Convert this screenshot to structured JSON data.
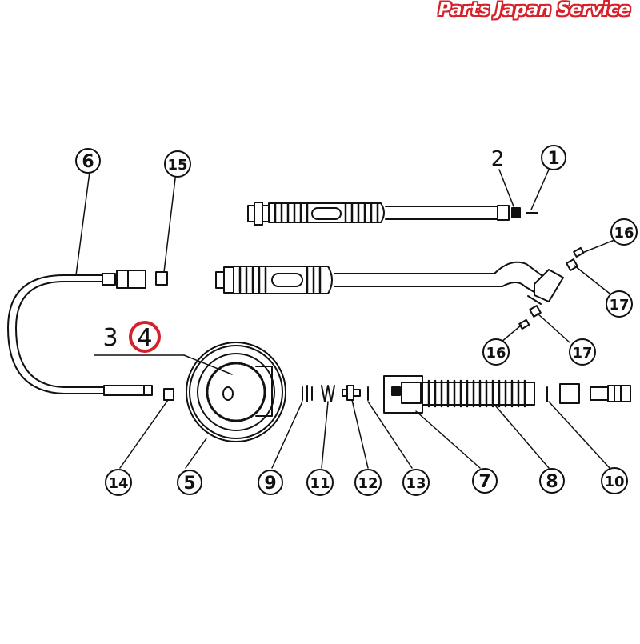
{
  "watermark": "Parts Japan Service",
  "highlight_color": "#d8202a",
  "callouts": [
    {
      "id": "c1",
      "text": "1",
      "circled": true
    },
    {
      "id": "c2",
      "text": "2",
      "circled": false
    },
    {
      "id": "c3",
      "text": "3",
      "circled": false
    },
    {
      "id": "c4",
      "text": "4",
      "circled": false,
      "highlighted": true
    },
    {
      "id": "c5",
      "text": "5",
      "circled": true
    },
    {
      "id": "c6",
      "text": "6",
      "circled": true
    },
    {
      "id": "c7",
      "text": "7",
      "circled": true
    },
    {
      "id": "c8",
      "text": "8",
      "circled": true
    },
    {
      "id": "c9",
      "text": "9",
      "circled": true
    },
    {
      "id": "c10",
      "text": "10",
      "circled": true
    },
    {
      "id": "c11",
      "text": "11",
      "circled": true
    },
    {
      "id": "c12",
      "text": "12",
      "circled": true
    },
    {
      "id": "c13",
      "text": "13",
      "circled": true
    },
    {
      "id": "c14",
      "text": "14",
      "circled": true
    },
    {
      "id": "c15",
      "text": "15",
      "circled": true
    },
    {
      "id": "c16a",
      "text": "16",
      "circled": true
    },
    {
      "id": "c16b",
      "text": "16",
      "circled": true
    },
    {
      "id": "c17a",
      "text": "17",
      "circled": true
    },
    {
      "id": "c17b",
      "text": "17",
      "circled": true
    }
  ]
}
